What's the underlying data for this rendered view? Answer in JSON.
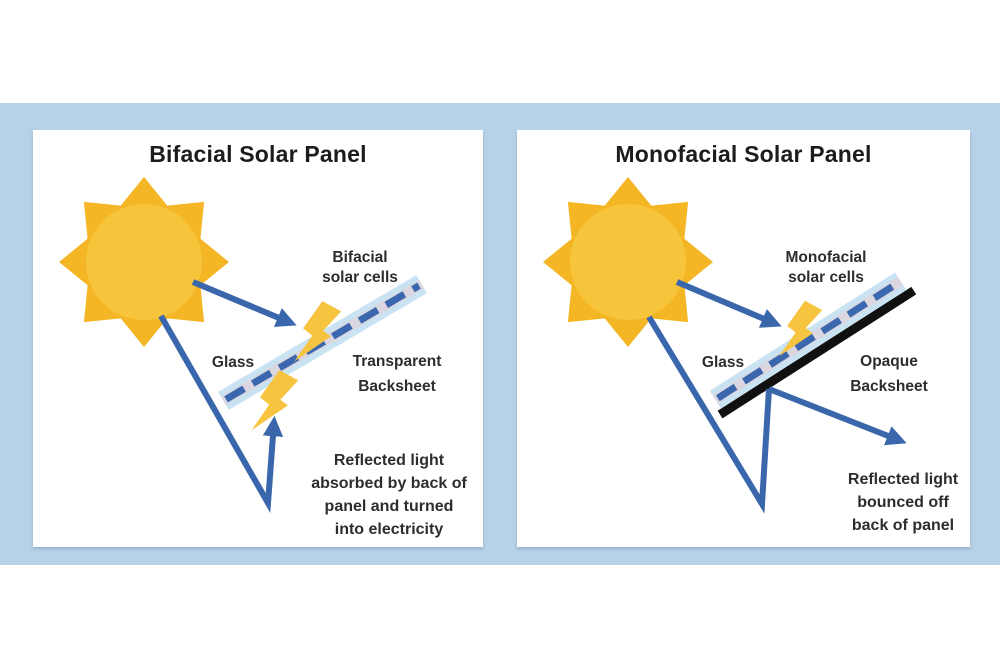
{
  "colors": {
    "background_band": "#B7D1E7",
    "sun_rays": "#F4B625",
    "sun_core": "#F7C53C",
    "arrow": "#3A66AC",
    "glass": "#C9E3F3",
    "panel_mid_layer": "#DBD6DF",
    "cell_dash": "#3A67AE",
    "lightning": "#F7C440",
    "opaque_backsheet": "#101010",
    "title_text": "#1C1C1C",
    "label_text": "#2D2D2D"
  },
  "left": {
    "title": "Bifacial Solar Panel",
    "labels": {
      "cells": {
        "lines": [
          "Bifacial",
          "solar cells"
        ]
      },
      "glass": "Glass",
      "backsheet": {
        "lines": [
          "Transparent",
          "Backsheet"
        ]
      },
      "caption": {
        "lines": [
          "Reflected light",
          "absorbed by back of",
          "panel and turned",
          "into electricity"
        ]
      }
    }
  },
  "right": {
    "title": "Monofacial Solar Panel",
    "labels": {
      "cells": {
        "lines": [
          "Monofacial",
          "solar cells"
        ]
      },
      "glass": "Glass",
      "backsheet": {
        "lines": [
          "Opaque",
          "Backsheet"
        ]
      },
      "caption": {
        "lines": [
          "Reflected light",
          "bounced off",
          "back of panel"
        ]
      }
    }
  }
}
